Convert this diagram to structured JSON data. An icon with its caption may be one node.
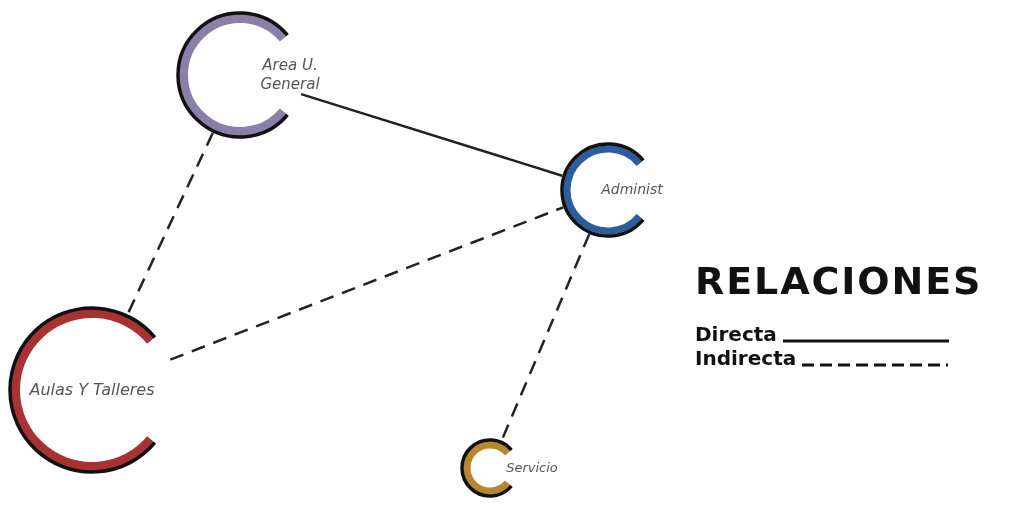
{
  "diagram": {
    "title": "RELACIONES",
    "nodes": [
      {
        "text": [
          "Area U. General"
        ]
      },
      {
        "text": [
          "Administ"
        ]
      },
      {
        "text": [
          "Aulas Y Talleres"
        ]
      },
      {
        "text": [
          "Servicio"
        ]
      }
    ],
    "edges": [
      {
        "from": 0,
        "to": 1,
        "arrow": "none"
      },
      {
        "from": 0,
        "to": 2,
        "arrow": "none",
        "style": "dashed"
      },
      {
        "from": 2,
        "to": 1,
        "arrow": "none",
        "style": "dashed"
      },
      {
        "from": 1,
        "to": 3,
        "arrow": "none",
        "style": "dashed"
      }
    ],
    "legend": [
      {
        "text": "Directa"
      },
      {
        "text": "Indirecta"
      }
    ]
  }
}
